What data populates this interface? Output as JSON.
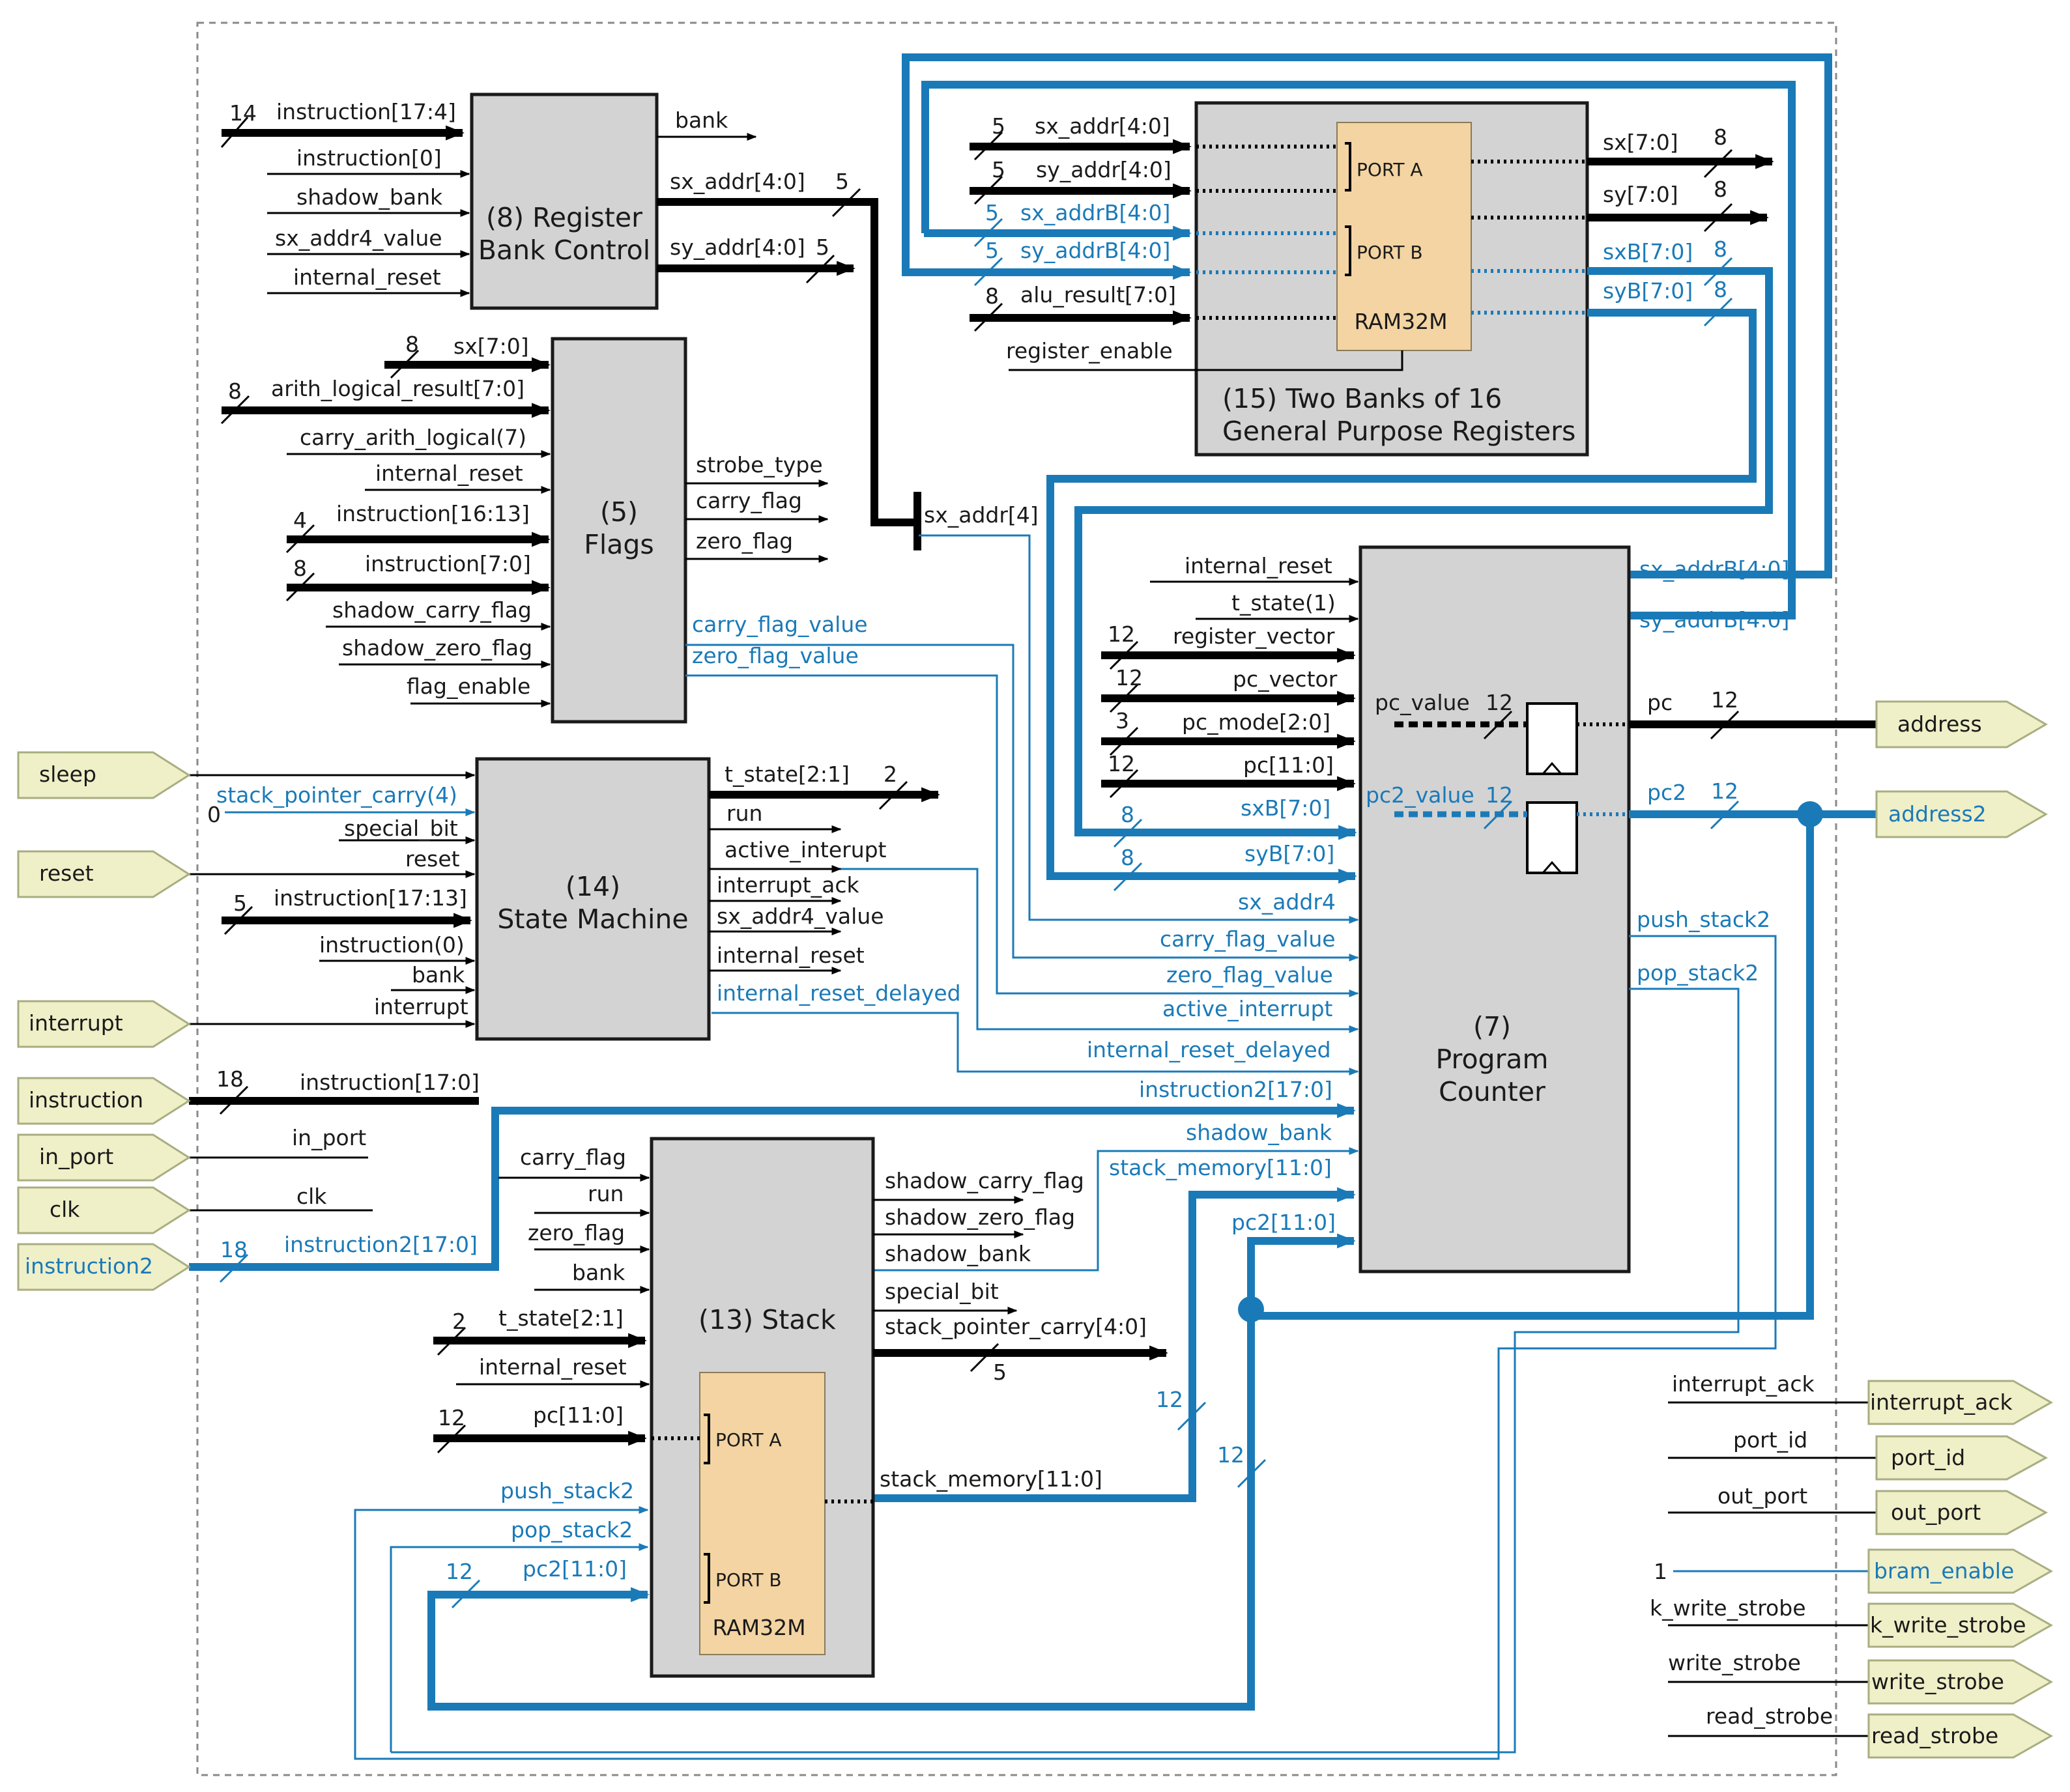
{
  "blocks": {
    "register_bank_control": {
      "title1": "(8) Register",
      "title2": "Bank Control"
    },
    "flags": {
      "title1": "(5)",
      "title2": "Flags"
    },
    "state_machine": {
      "title1": "(14)",
      "title2": "State Machine"
    },
    "stack": {
      "title": "(13) Stack"
    },
    "registers": {
      "title1": "(15) Two Banks of 16",
      "title2": "General Purpose Registers"
    },
    "program_counter": {
      "title1": "(7)",
      "title2": "Program",
      "title3": "Counter"
    }
  },
  "ram": {
    "label": "RAM32M",
    "port_a": "PORT A",
    "port_b": "PORT B"
  },
  "ports_left": [
    "sleep",
    "reset",
    "interrupt",
    "instruction",
    "in_port",
    "clk",
    "instruction2"
  ],
  "ports_right": [
    "address",
    "address2",
    "interrupt_ack",
    "port_id",
    "out_port",
    "bram_enable",
    "k_write_strobe",
    "write_strobe",
    "read_strobe"
  ],
  "widths": {
    "w14": "14",
    "w8": "8",
    "w5": "5",
    "w4": "4",
    "w2": "2",
    "w12": "12",
    "w18": "18",
    "w3": "3",
    "w1": "1",
    "w0": "0"
  },
  "signals": {
    "rbc_in": [
      "instruction[17:4]",
      "instruction[0]",
      "shadow_bank",
      "sx_addr4_value",
      "internal_reset"
    ],
    "rbc_out": [
      "bank",
      "sx_addr[4:0]",
      "sy_addr[4:0]"
    ],
    "flags_in": [
      "sx[7:0]",
      "arith_logical_result[7:0]",
      "carry_arith_logical(7)",
      "internal_reset",
      "instruction[16:13]",
      "instruction[7:0]",
      "shadow_carry_flag",
      "shadow_zero_flag",
      "flag_enable"
    ],
    "flags_out": [
      "strobe_type",
      "carry_flag",
      "zero_flag",
      "carry_flag_value",
      "zero_flag_value"
    ],
    "sx_addr4_tap": "sx_addr[4]",
    "reg_in": [
      "sx_addr[4:0]",
      "sy_addr[4:0]",
      "sx_addrB[4:0]",
      "sy_addrB[4:0]",
      "alu_result[7:0]",
      "register_enable"
    ],
    "reg_out": [
      "sx[7:0]",
      "sy[7:0]",
      "sxB[7:0]",
      "syB[7:0]"
    ],
    "sm_in": [
      "stack_pointer_carry(4)",
      "special_bit",
      "reset",
      "instruction[17:13]",
      "instruction(0)",
      "bank",
      "interrupt"
    ],
    "sm_out": [
      "t_state[2:1]",
      "run",
      "active_interupt",
      "interrupt_ack",
      "sx_addr4_value",
      "internal_reset",
      "internal_reset_delayed"
    ],
    "pc_in": [
      "internal_reset",
      "t_state(1)",
      "register_vector",
      "pc_vector",
      "pc_mode[2:0]",
      "pc[11:0]",
      "sxB[7:0]",
      "syB[7:0]",
      "sx_addr4",
      "carry_flag_value",
      "zero_flag_value",
      "active_interrupt",
      "internal_reset_delayed",
      "instruction2[17:0]",
      "shadow_bank",
      "stack_memory[11:0]",
      "pc2[11:0]"
    ],
    "pc_out": [
      "sx_addrB[4:0]",
      "sy_addrB[4:0]",
      "pc",
      "pc2",
      "push_stack2",
      "pop_stack2",
      "pc_value",
      "pc2_value"
    ],
    "misc": [
      "instruction[17:0]",
      "in_port",
      "clk",
      "instruction2[17:0]"
    ],
    "stack_in": [
      "carry_flag",
      "run",
      "zero_flag",
      "bank",
      "t_state[2:1]",
      "internal_reset",
      "pc[11:0]",
      "push_stack2",
      "pop_stack2",
      "pc2[11:0]"
    ],
    "stack_out": [
      "shadow_carry_flag",
      "shadow_zero_flag",
      "shadow_bank",
      "special_bit",
      "stack_pointer_carry[4:0]",
      "stack_memory[11:0]"
    ],
    "right_out": [
      "interrupt_ack",
      "port_id",
      "out_port",
      "k_write_strobe",
      "write_strobe",
      "read_strobe"
    ]
  }
}
